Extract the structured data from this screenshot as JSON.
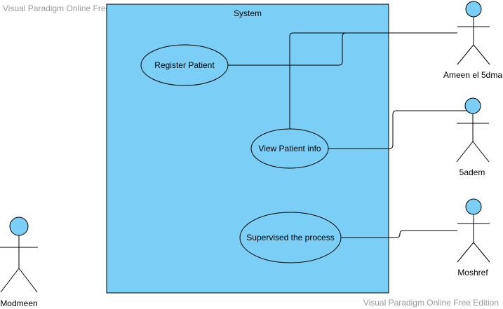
{
  "watermark": {
    "top": "Visual Paradigm Online Free Edition",
    "bottom": "Visual Paradigm Online Free Edition"
  },
  "system": {
    "title": "System",
    "fill_color": "#7bcef5",
    "border_color": "#000000"
  },
  "use_cases": [
    {
      "id": "register",
      "label": "Register Patient"
    },
    {
      "id": "view",
      "label": "View Patient info"
    },
    {
      "id": "supervise",
      "label": "Supervised the process"
    }
  ],
  "actors": [
    {
      "id": "ameen",
      "label": "Ameen el 5dma"
    },
    {
      "id": "5adem",
      "label": "5adem"
    },
    {
      "id": "moshref",
      "label": "Moshref"
    },
    {
      "id": "modmeen",
      "label": "Modmeen"
    }
  ],
  "colors": {
    "actor_head": "#7bcef5",
    "line": "#000000",
    "watermark_text": "#9a9a9a"
  }
}
